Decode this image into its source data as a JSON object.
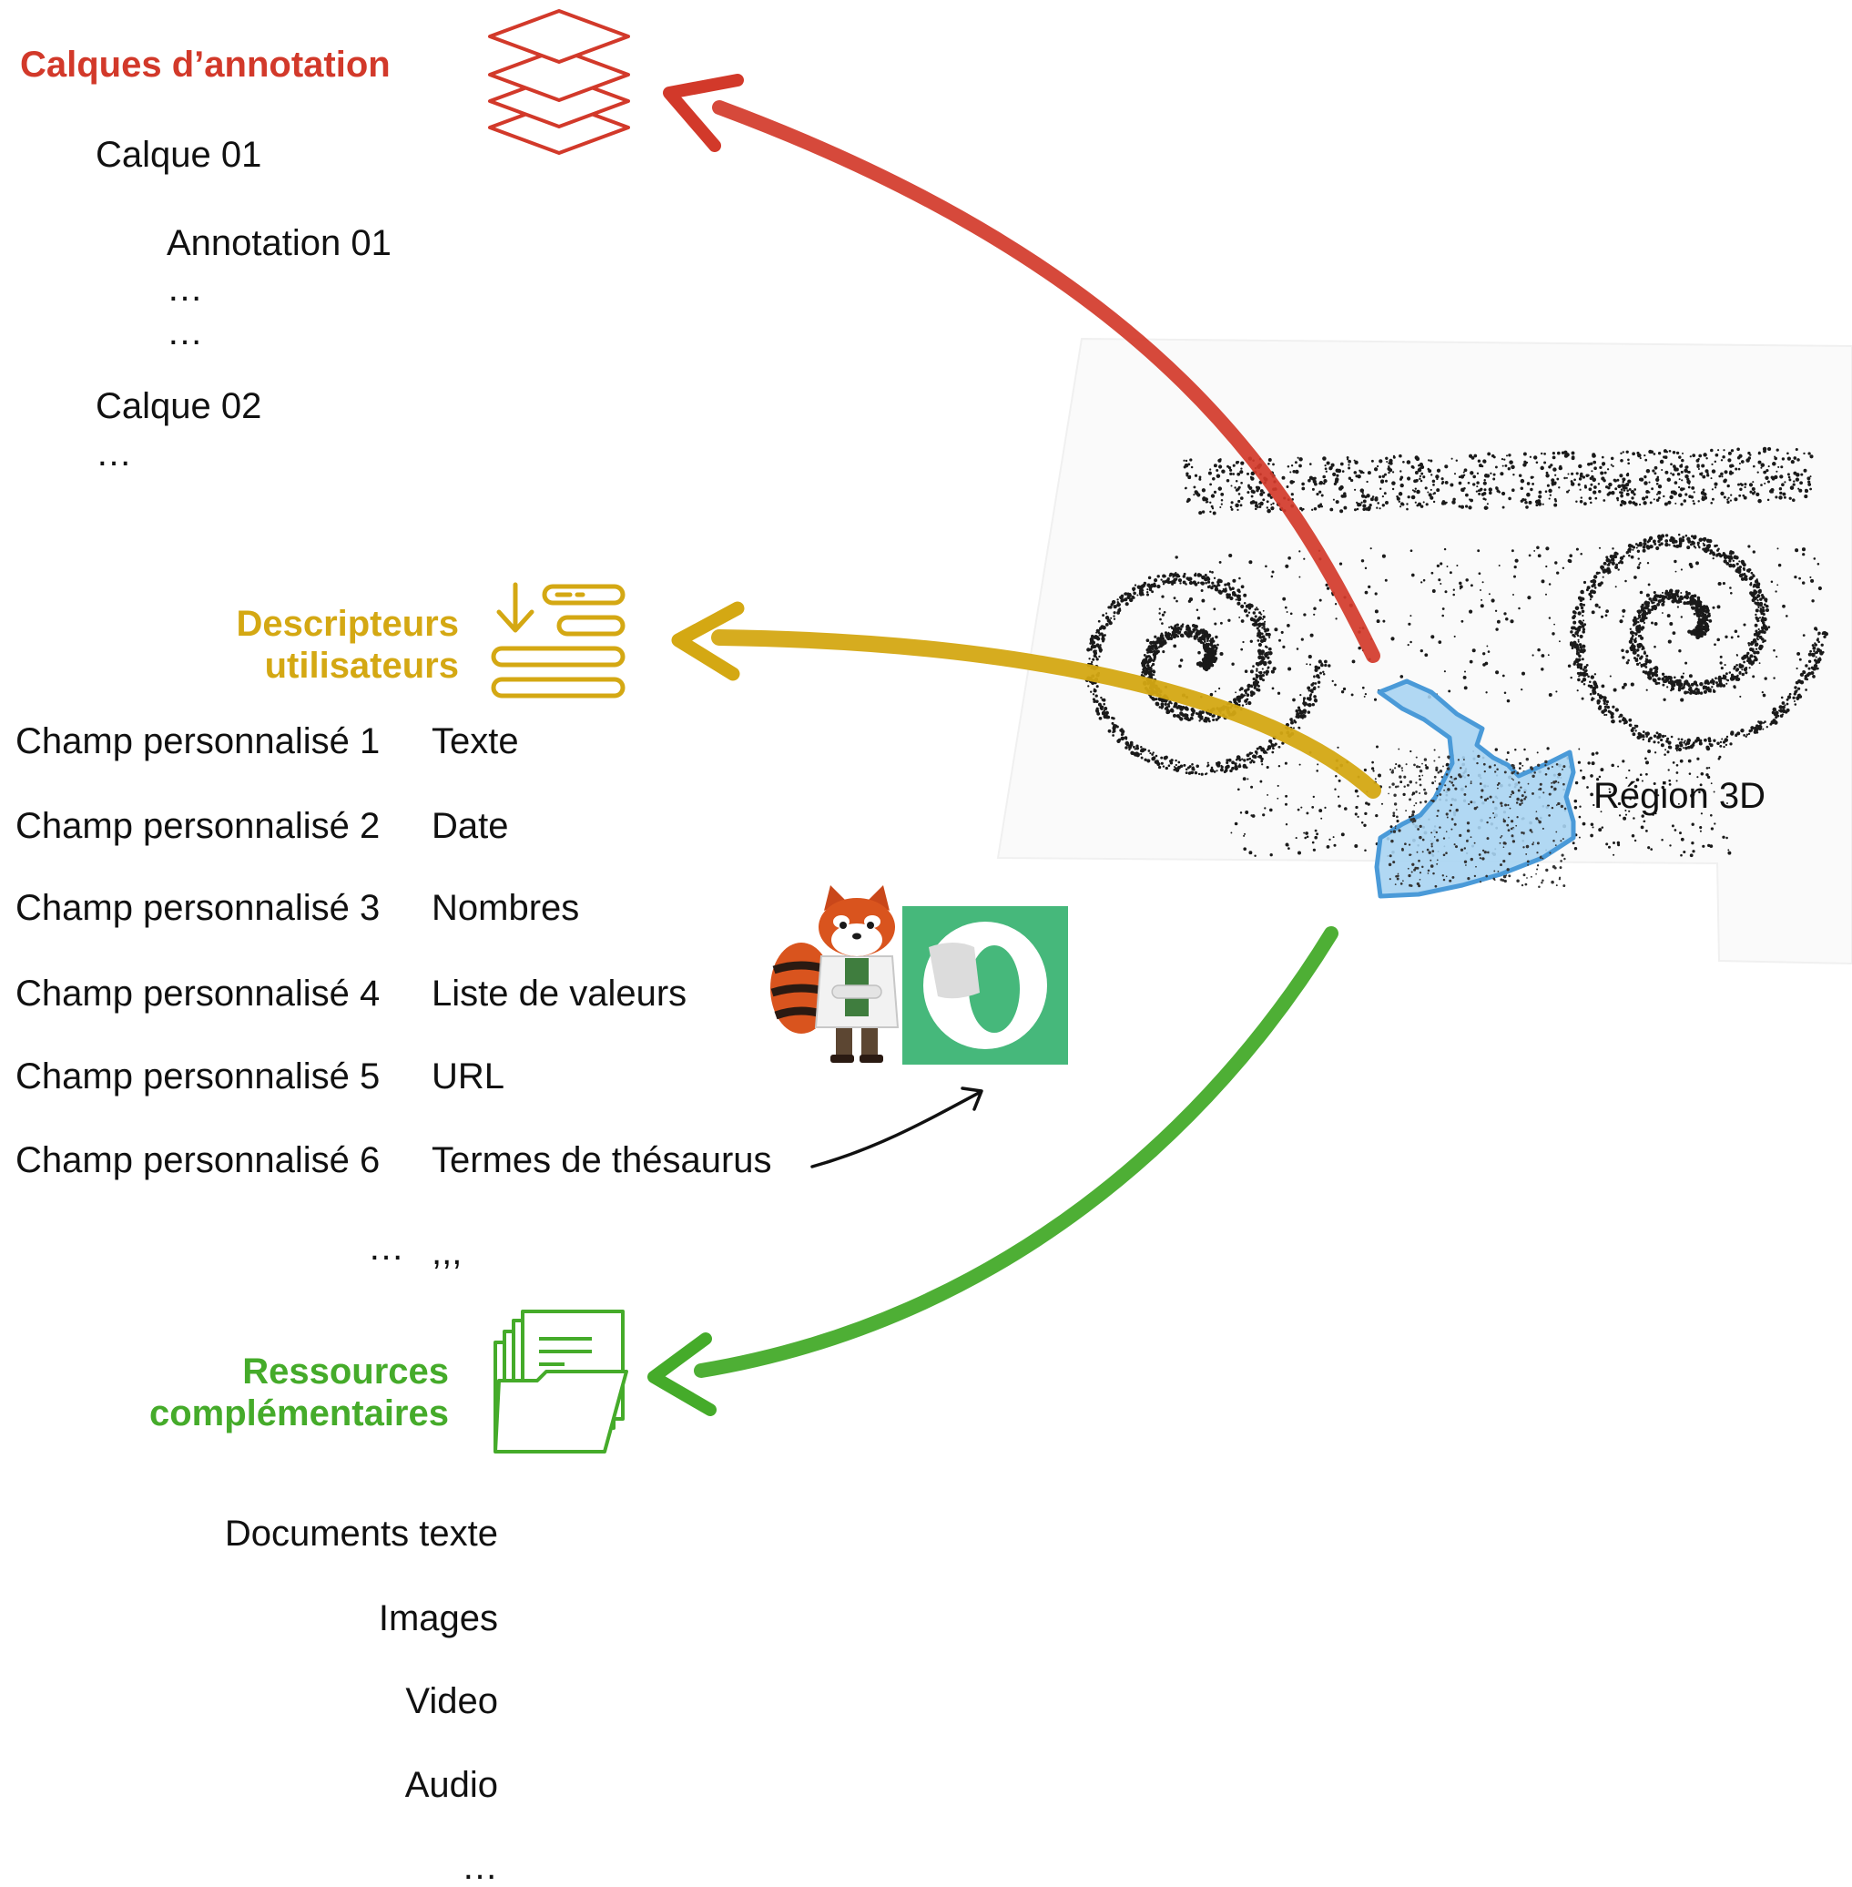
{
  "colors": {
    "layers": "#d2392a",
    "descriptors": "#d4a813",
    "resources": "#45ab2a",
    "region_fill": "#a8d4f2",
    "region_stroke": "#4a9ad8",
    "thesaurus_bg": "#46b87b"
  },
  "layers": {
    "title": "Calques d’annotation",
    "icon": "stacked-layers-icon",
    "items": [
      {
        "label": "Calque 01"
      },
      {
        "label": "Annotation 01"
      },
      {
        "label": "…"
      },
      {
        "label": "…"
      },
      {
        "label": "Calque 02"
      },
      {
        "label": "…"
      }
    ]
  },
  "descriptors": {
    "title_line1": "Descripteurs",
    "title_line2": "utilisateurs",
    "icon": "download-list-icon",
    "fields": [
      {
        "name": "Champ personnalisé 1",
        "type": "Texte"
      },
      {
        "name": "Champ personnalisé 2",
        "type": "Date"
      },
      {
        "name": "Champ personnalisé 3",
        "type": "Nombres"
      },
      {
        "name": "Champ personnalisé 4",
        "type": "Liste de valeurs"
      },
      {
        "name": "Champ personnalisé 5",
        "type": "URL"
      },
      {
        "name": "Champ personnalisé 6",
        "type": "Termes de thésaurus"
      },
      {
        "name": "…",
        "type": ",,,"
      }
    ]
  },
  "resources": {
    "title_line1": "Ressources",
    "title_line2": "complémentaires",
    "icon": "folder-documents-icon",
    "items": [
      {
        "label": "Documents texte"
      },
      {
        "label": "Images"
      },
      {
        "label": "Video"
      },
      {
        "label": "Audio"
      },
      {
        "label": "…"
      }
    ]
  },
  "region": {
    "label": "Région 3D"
  }
}
